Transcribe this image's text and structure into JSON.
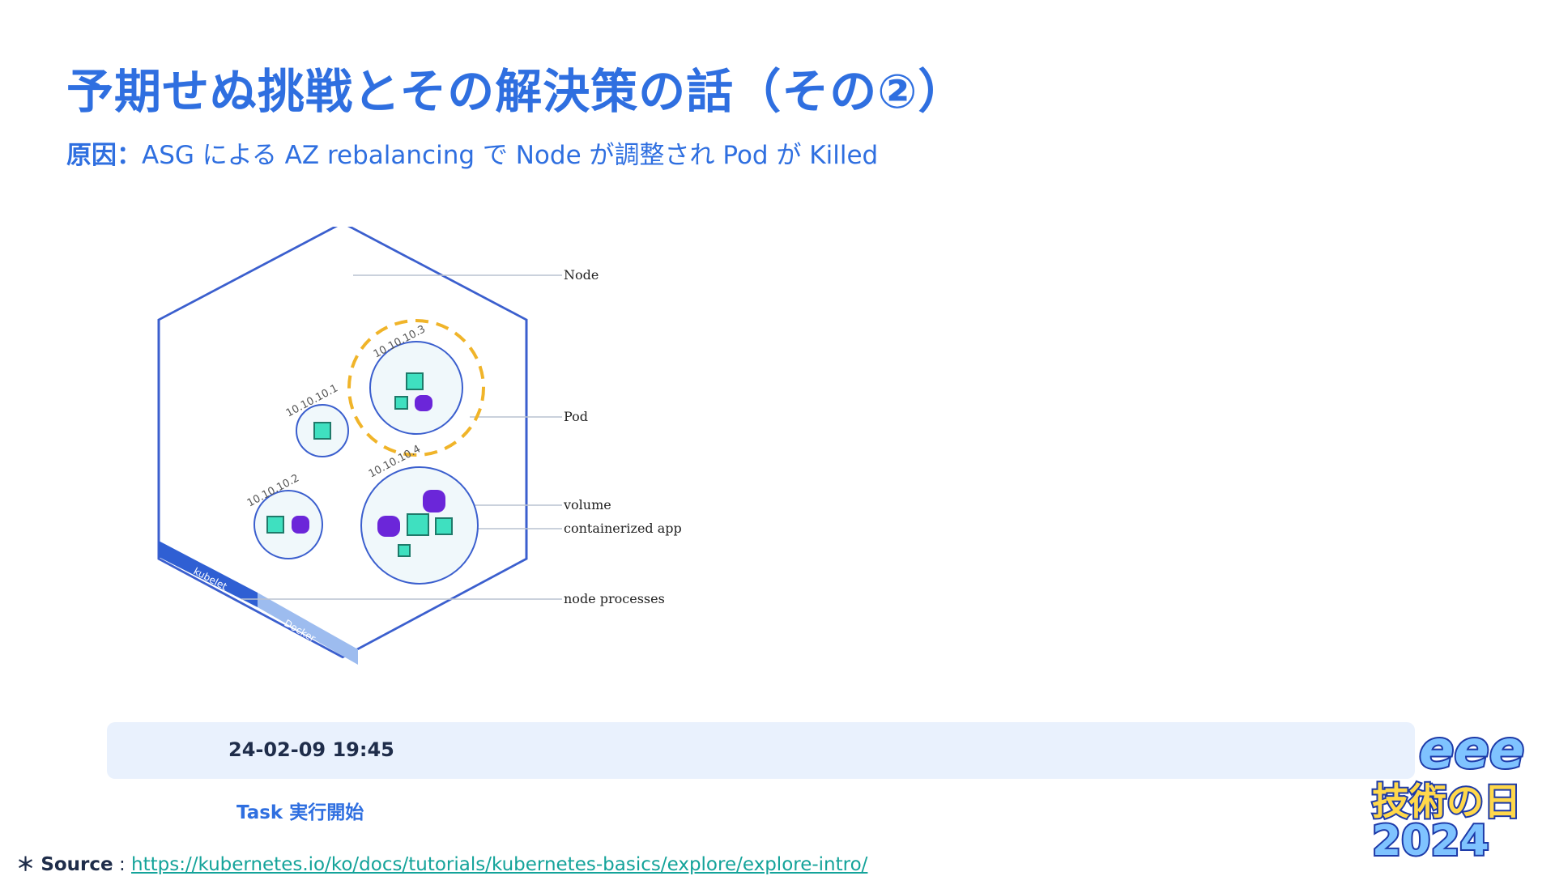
{
  "slide": {
    "title": "予期せぬ挑戦とその解決策の話（その②）",
    "cause_label": "原因：",
    "cause_text": "ASG による AZ rebalancing で Node が調整され Pod が Killed"
  },
  "diagram": {
    "labels": {
      "node": "Node",
      "pod": "Pod",
      "volume": "volume",
      "app": "containerized app",
      "processes": "node processes"
    },
    "pod_ips": [
      "10.10.10.1",
      "10.10.10.2",
      "10.10.10.3",
      "10.10.10.4"
    ],
    "strip_labels": {
      "kubelet": "kubelet",
      "docker": "Docker"
    },
    "colors": {
      "outline": "#3b5fce",
      "pod_fill": "#f0f8fb",
      "app": "#3fe0c0",
      "volume": "#6b26d9",
      "highlight": "#f0b429"
    }
  },
  "timeline": {
    "time": "24-02-09 19:45",
    "event": "Task 実行開始"
  },
  "source": {
    "mark": "＊",
    "label": "Source",
    "separator": " : ",
    "url": "https://kubernetes.io/ko/docs/tutorials/kubernetes-basics/explore/explore-intro/"
  },
  "logo": {
    "line1": "eee",
    "line2": "技術の日",
    "line3": "2024"
  }
}
